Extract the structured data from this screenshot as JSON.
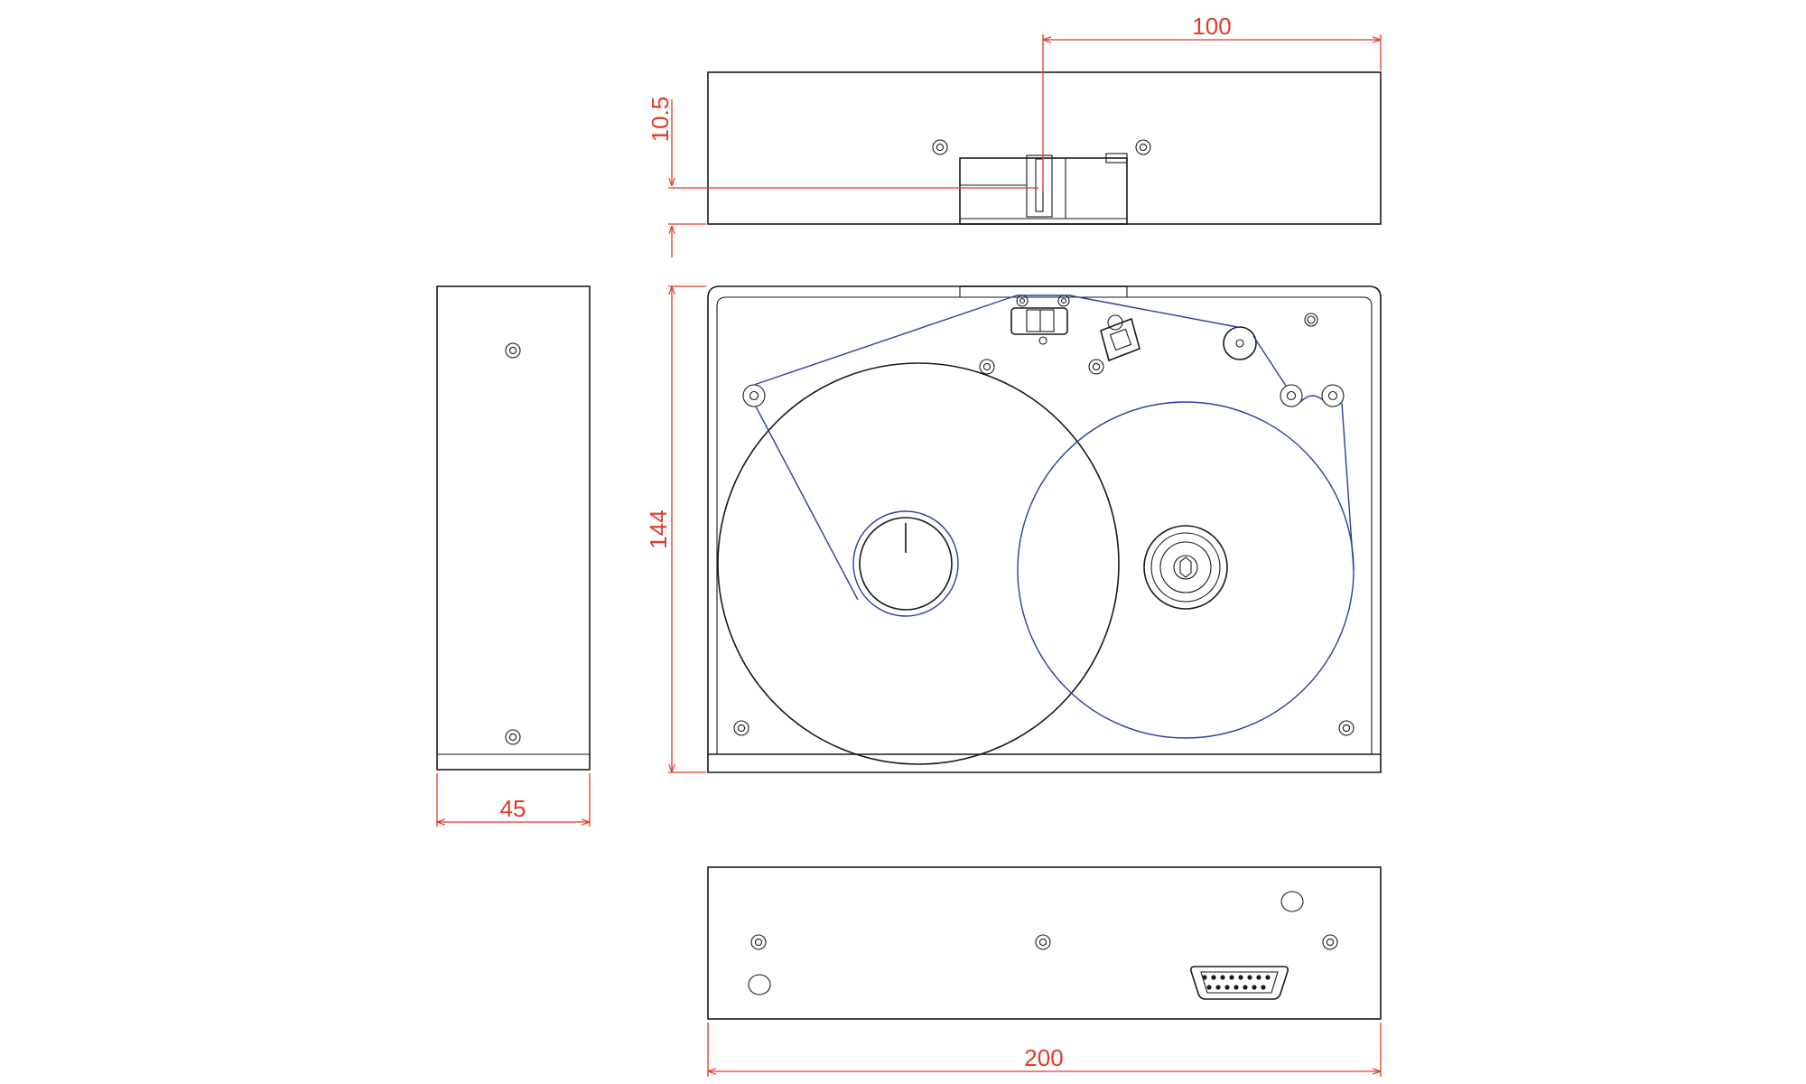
{
  "dimensions": {
    "top_offset": "100",
    "top_height": "10.5",
    "front_height": "144",
    "side_width": "45",
    "bottom_width": "200"
  },
  "colors": {
    "line": "#1a1a1a",
    "dimension": "#e23a2a",
    "tape": "#2c3fa0"
  }
}
